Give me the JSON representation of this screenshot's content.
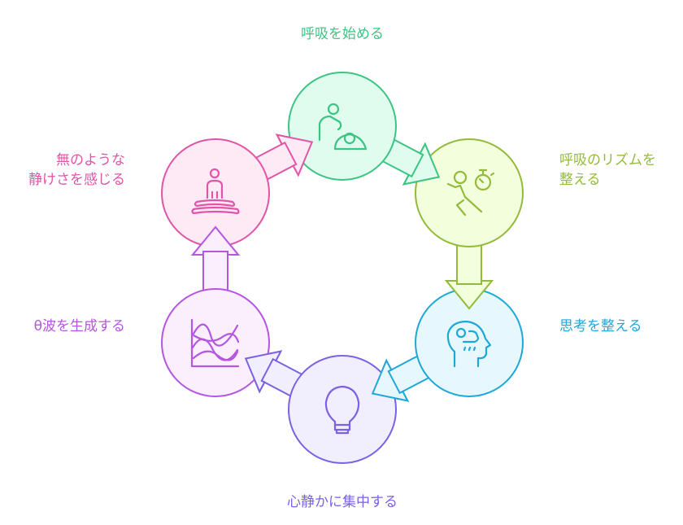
{
  "steps": [
    {
      "label": "呼吸を始める",
      "icon": "person-with-baby-icon",
      "stroke": "#3cc483",
      "fill": "#e0fcef"
    },
    {
      "label_lines": [
        "呼吸のリズムを",
        "整える"
      ],
      "icon": "running-stopwatch-icon",
      "stroke": "#93bb3b",
      "fill": "#f2fedc"
    },
    {
      "label": "思考を整える",
      "icon": "head-thought-icon",
      "stroke": "#1ea8d8",
      "fill": "#e6f8fe"
    },
    {
      "label": "心静かに集中する",
      "icon": "lightbulb-icon",
      "stroke": "#7b61e4",
      "fill": "#f1effe"
    },
    {
      "label": "θ波を生成する",
      "icon": "wave-chart-icon",
      "stroke": "#b456e0",
      "fill": "#fbeffe"
    },
    {
      "label_lines": [
        "無のような",
        "静けさを感じる"
      ],
      "icon": "meditation-icon",
      "stroke": "#e055a8",
      "fill": "#fdeaf5"
    }
  ]
}
